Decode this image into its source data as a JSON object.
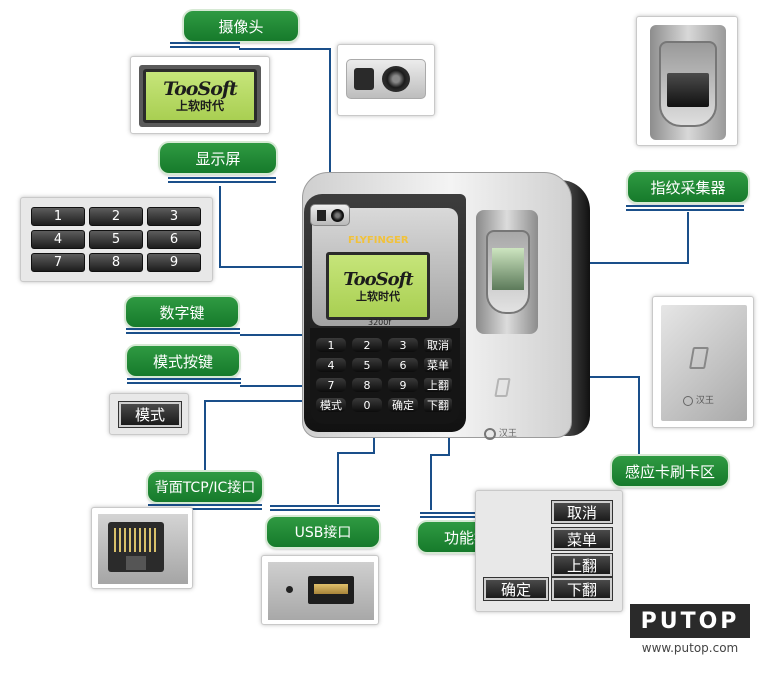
{
  "labels": {
    "camera": "摄像头",
    "display": "显示屏",
    "numkeys": "数字键",
    "modekey": "模式按键",
    "fingerprint": "指纹采集器",
    "card": "感应卡刷卡区",
    "tcp": "背面TCP/IC接口",
    "usb": "USB接口",
    "function": "功能按键"
  },
  "lcd": {
    "brand": "TooSoft",
    "sub": "上软时代"
  },
  "device": {
    "brand": "FLYFINGER",
    "model": "3200f"
  },
  "numpad": [
    "1",
    "2",
    "3",
    "4",
    "5",
    "6",
    "7",
    "8",
    "9"
  ],
  "mode_button": "模式",
  "device_keys": [
    "1",
    "2",
    "3",
    "取消",
    "4",
    "5",
    "6",
    "菜单",
    "7",
    "8",
    "9",
    "上翻",
    "模式",
    "0",
    "确定",
    "下翻"
  ],
  "function_keys": {
    "cancel": "取消",
    "menu": "菜单",
    "up": "上翻",
    "ok": "确定",
    "down": "下翻"
  },
  "card_brand": "汉王",
  "watermark": {
    "logo": "PUTOP",
    "url": "www.putop.com"
  },
  "colors": {
    "label_green": "#1e8a34",
    "line_blue": "#1a4f8a",
    "lcd_green": "#b5d861"
  }
}
